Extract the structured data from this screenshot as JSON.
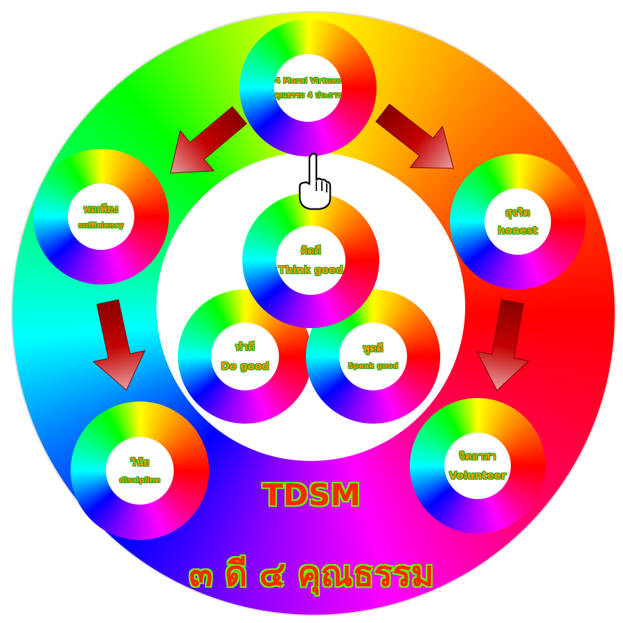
{
  "center": {
    "think": {
      "line1": "คิดดี",
      "line2": "Think good"
    },
    "do": {
      "line1": "ทำดี",
      "line2": "Do good"
    },
    "speak": {
      "line1": "พูดดี",
      "line2": "Speak good"
    }
  },
  "virtues": {
    "top": {
      "line1": "4 Moral Virtues",
      "line2": "คุณธรรม 4 ประการ"
    },
    "sufficiency": {
      "line1": "พอเพียง",
      "line2": "sufficiency"
    },
    "honest": {
      "line1": "สุจริต",
      "line2": "honest"
    },
    "discipline": {
      "line1": "วินัย",
      "line2": "discipline"
    },
    "volunteer": {
      "line1": "จิตอาสา",
      "line2": "Volunteer"
    }
  },
  "bottom": {
    "tdsm": "TDSM",
    "slogan": "๓ ดี ๔ คุณธรรม"
  },
  "colors": {
    "label_fill": "#ff9a00",
    "label_outline": "#11aa11",
    "arrow": "#b30000",
    "title_fill": "#ff2a00",
    "title_outline": "#66ff00"
  },
  "icons": [
    "pointing-hand-icon",
    "arrow-icon"
  ]
}
